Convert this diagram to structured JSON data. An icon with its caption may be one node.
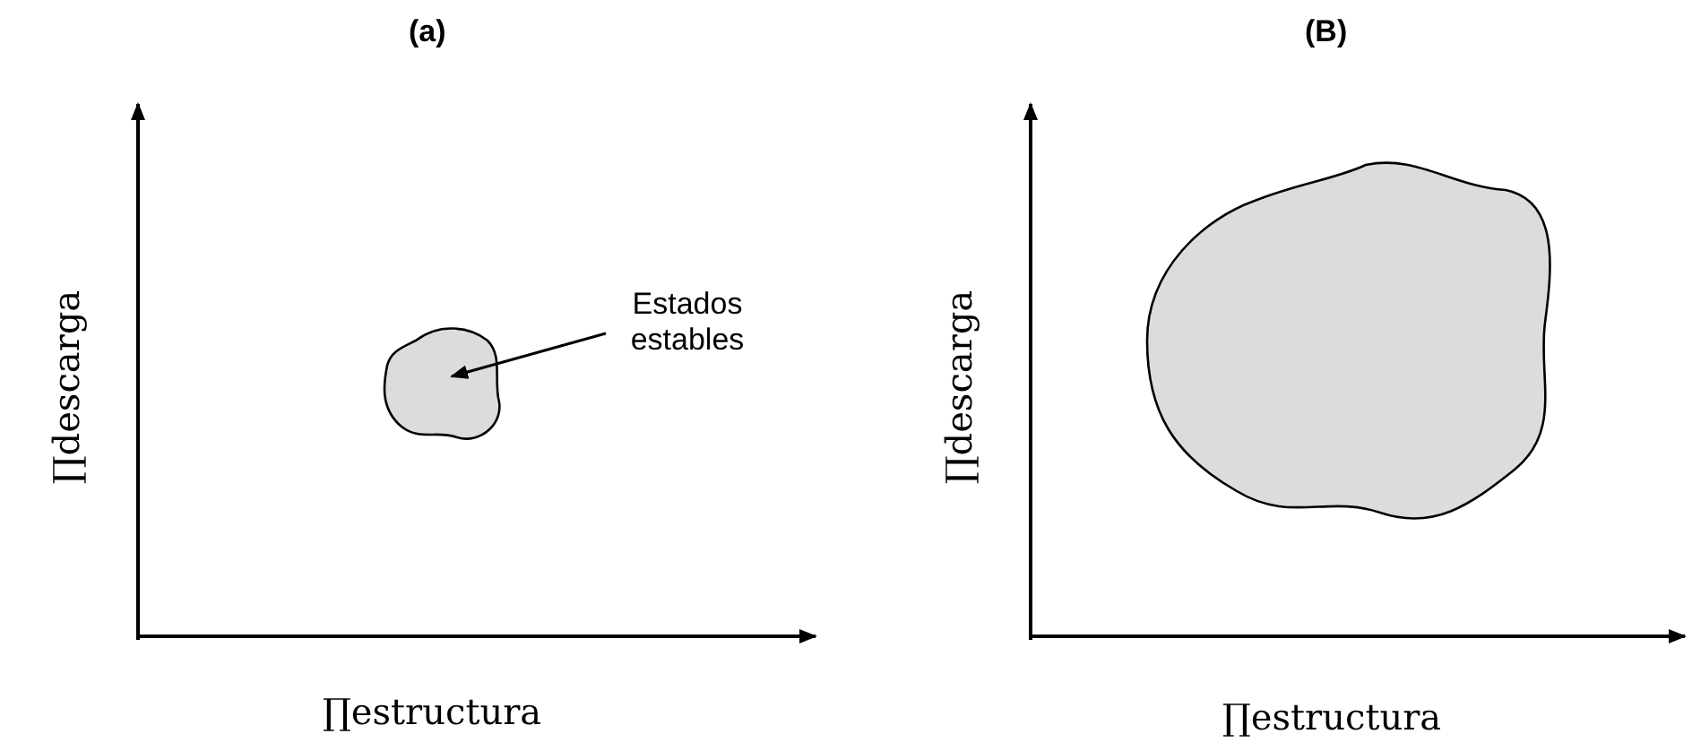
{
  "diagram": {
    "nodes": [
      {
        "text": [
          "Estados estables"
        ]
      },
      {
        "text": [],
        "shape": "cloud"
      },
      {
        "text": [],
        "shape": "cloud"
      }
    ],
    "edges": [
      {
        "from": 0,
        "to": 1,
        "arrow": "to"
      }
    ],
    "labels": [
      "(a)",
      "(B)",
      "∏descarga",
      "∏estructura",
      "∏descarga",
      "∏estructura"
    ]
  }
}
